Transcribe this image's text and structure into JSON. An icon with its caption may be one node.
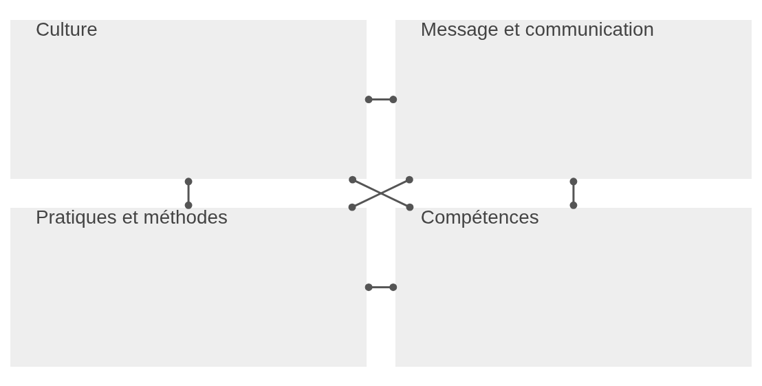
{
  "diagram": {
    "nodes": [
      {
        "text": [
          "Culture"
        ]
      },
      {
        "text": [
          "Message et communication"
        ]
      },
      {
        "text": [
          "Pratiques et méthodes"
        ]
      },
      {
        "text": [
          "Compétences"
        ]
      }
    ],
    "edges": [
      {
        "from": 0,
        "to": 1,
        "arrow": "other"
      },
      {
        "from": 0,
        "to": 2,
        "arrow": "other"
      },
      {
        "from": 0,
        "to": 3,
        "arrow": "other"
      },
      {
        "from": 1,
        "to": 2,
        "arrow": "other"
      },
      {
        "from": 1,
        "to": 3,
        "arrow": "other"
      },
      {
        "from": 2,
        "to": 3,
        "arrow": "other"
      }
    ]
  }
}
